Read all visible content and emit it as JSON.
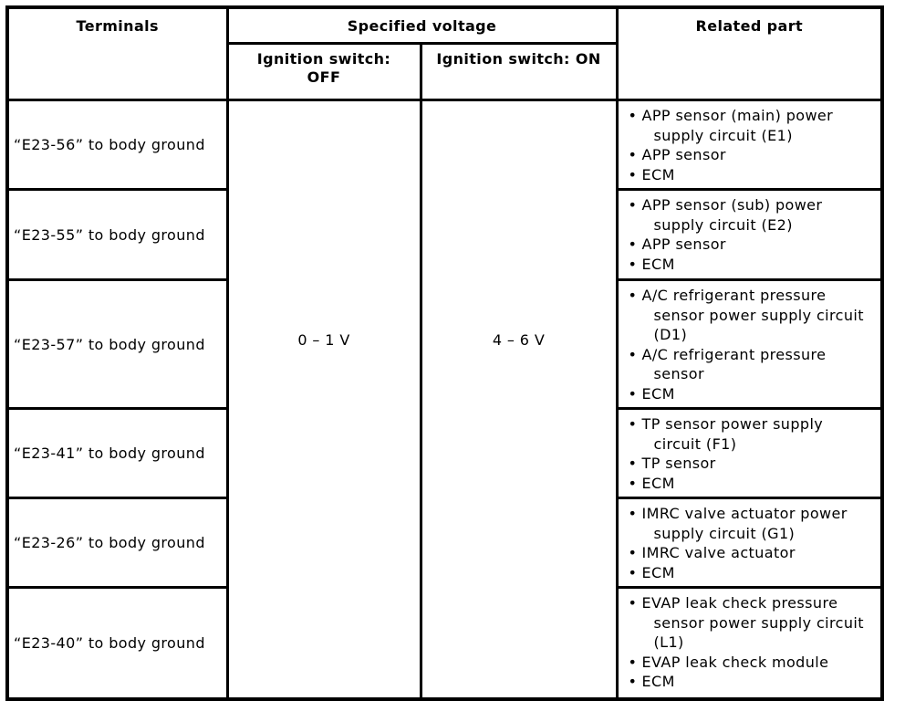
{
  "icons": {
    "bullet": "•"
  },
  "table": {
    "headers": {
      "terminals": "Terminals",
      "specified_voltage": "Specified voltage",
      "ignition_off": "Ignition switch:\nOFF",
      "ignition_on": "Ignition switch: ON",
      "related_part": "Related part"
    },
    "voltage": {
      "off": "0 – 1 V",
      "on": "4 – 6 V"
    },
    "rows": [
      {
        "terminal": "“E23-56” to body ground",
        "parts": [
          "APP sensor (main) power\nsupply circuit (E1)",
          "APP sensor",
          "ECM"
        ]
      },
      {
        "terminal": "“E23-55” to body ground",
        "parts": [
          "APP sensor (sub) power\nsupply circuit (E2)",
          "APP sensor",
          "ECM"
        ]
      },
      {
        "terminal": "“E23-57” to body ground",
        "parts": [
          "A/C refrigerant pressure\nsensor power supply circuit\n(D1)",
          "A/C refrigerant pressure\nsensor",
          "ECM"
        ]
      },
      {
        "terminal": "“E23-41” to body ground",
        "parts": [
          "TP sensor power supply\ncircuit (F1)",
          "TP sensor",
          "ECM"
        ]
      },
      {
        "terminal": "“E23-26” to body ground",
        "parts": [
          "IMRC valve actuator power\nsupply circuit (G1)",
          "IMRC valve actuator",
          "ECM"
        ]
      },
      {
        "terminal": "“E23-40” to body ground",
        "parts": [
          "EVAP leak check pressure\nsensor power supply circuit\n(L1)",
          "EVAP leak check module",
          "ECM"
        ]
      }
    ]
  }
}
